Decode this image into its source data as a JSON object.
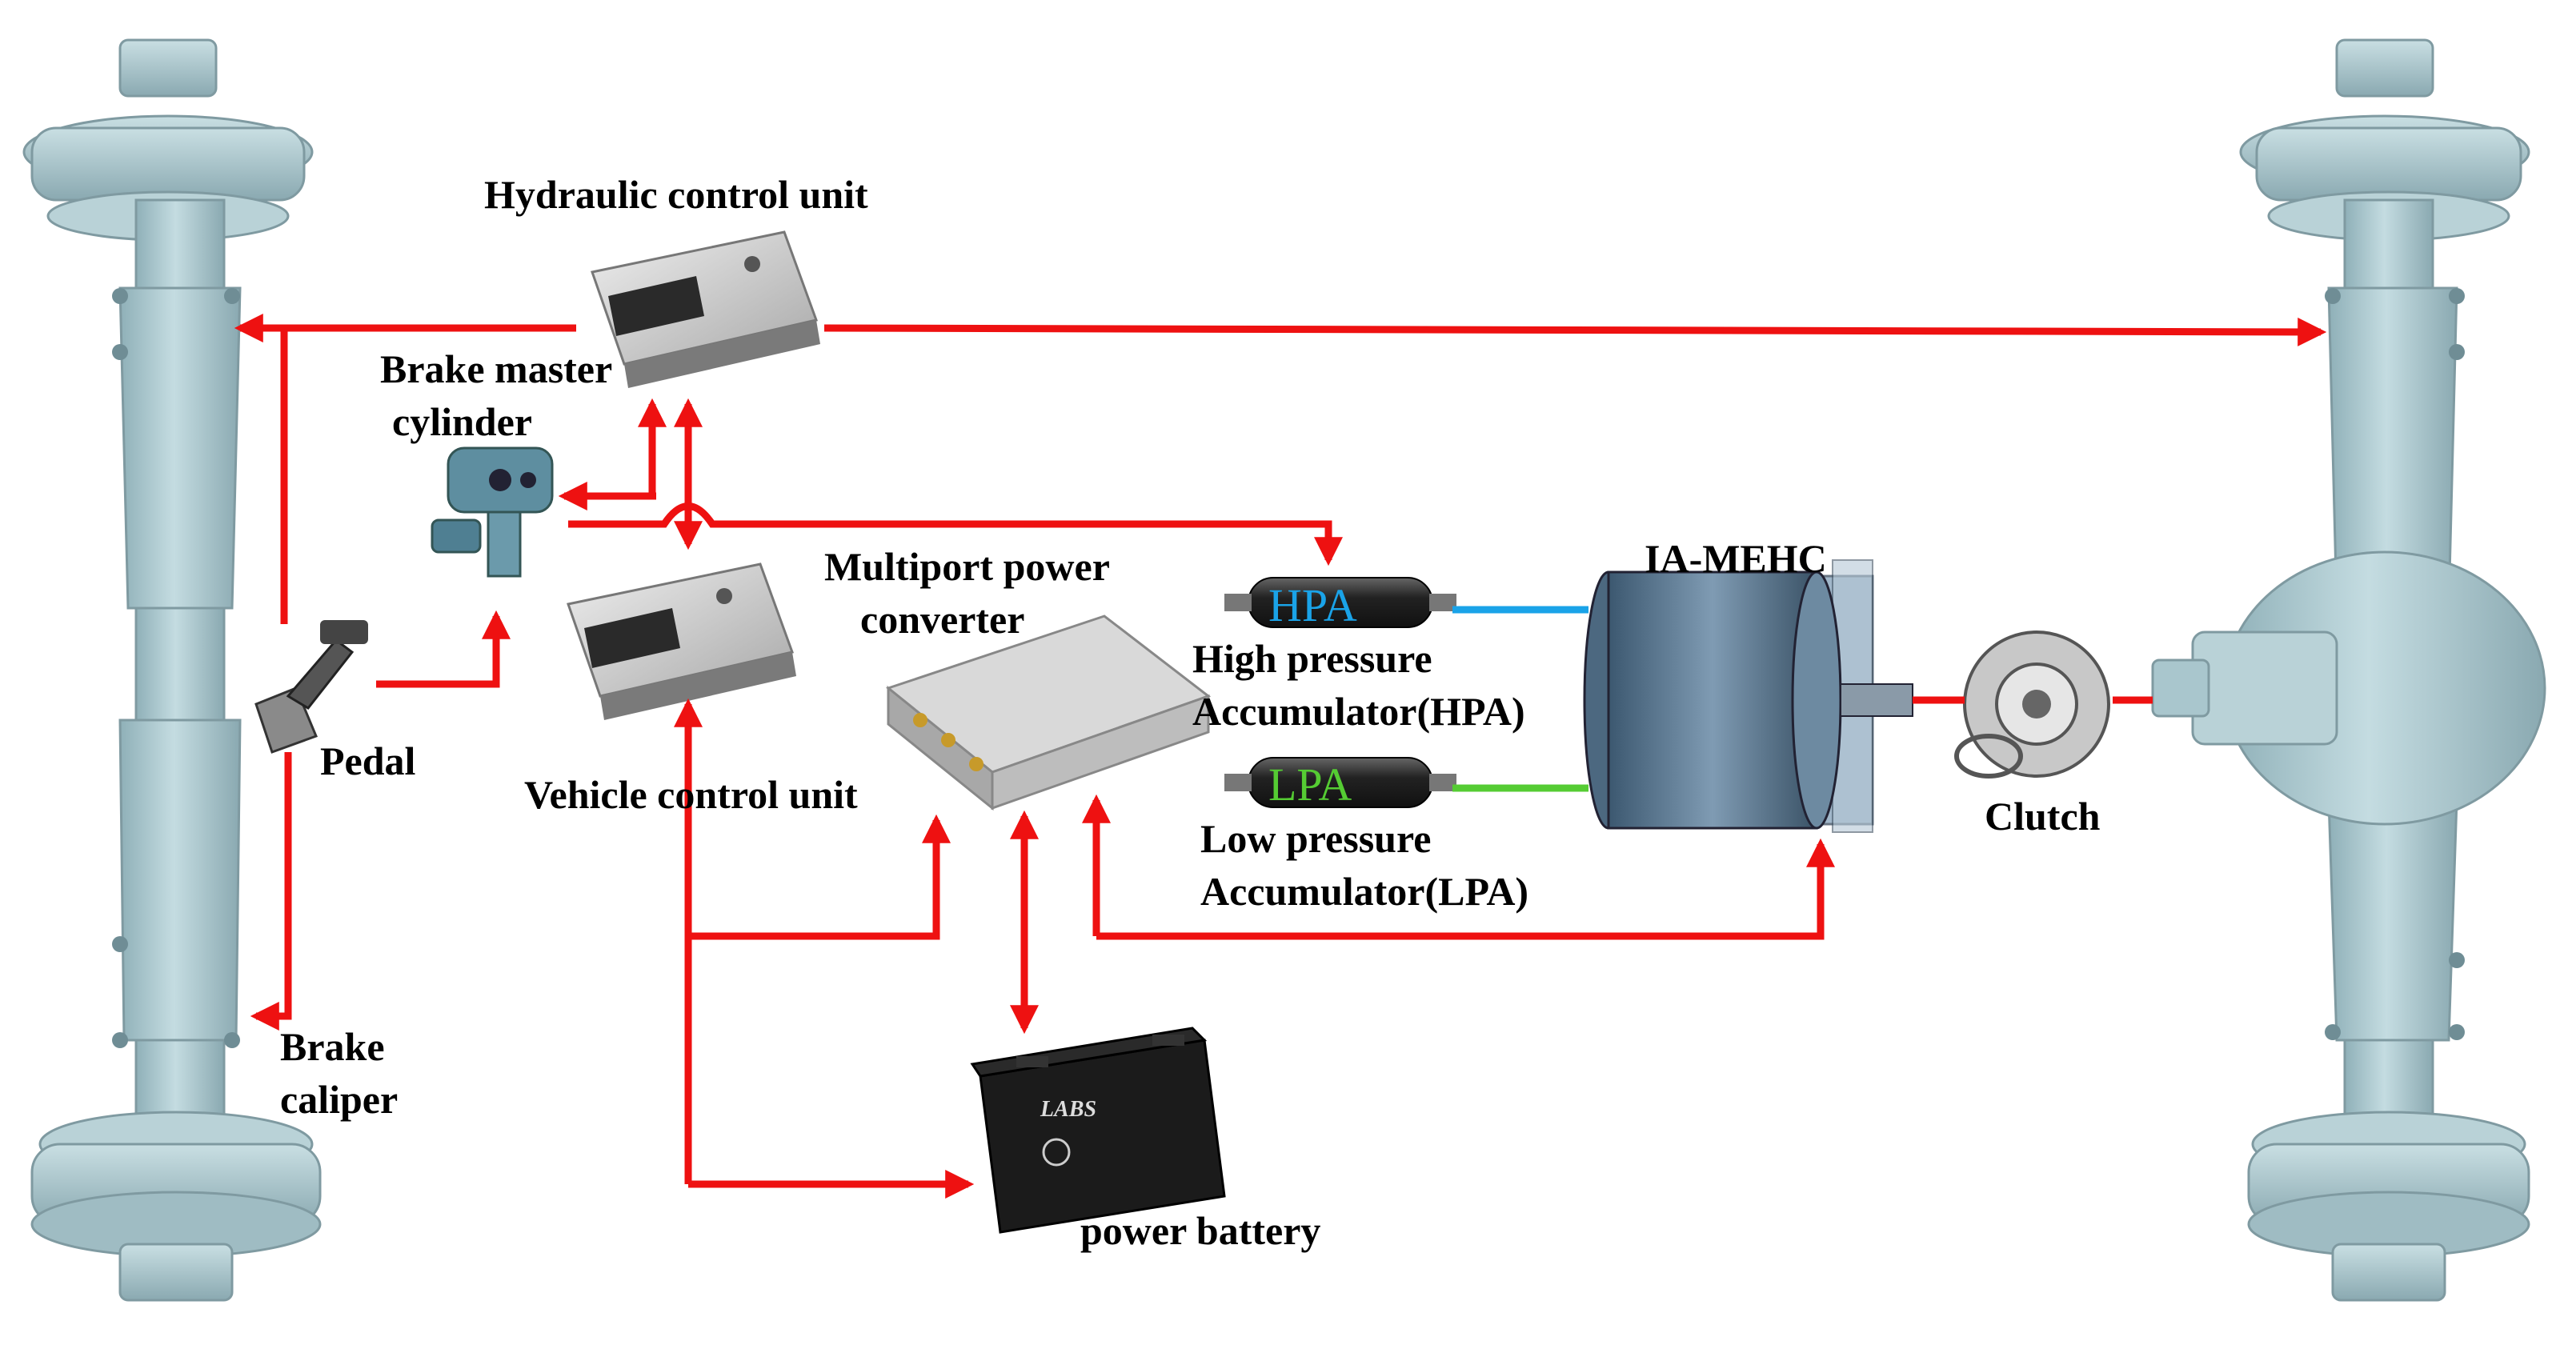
{
  "labels": {
    "hydraulic_control_unit": "Hydraulic control unit",
    "brake_master_line1": "Brake master",
    "brake_master_line2": "cylinder",
    "multiport_line1": "Multiport power",
    "multiport_line2": "converter",
    "vehicle_control_unit": "Vehicle control unit",
    "pedal": "Pedal",
    "brake_caliper_line1": "Brake",
    "brake_caliper_line2": "caliper",
    "power_battery": "power battery",
    "ia_mehc": "IA-MEHC",
    "hpa_line1": "High pressure",
    "hpa_line2": "Accumulator(HPA)",
    "lpa_line1": "Low pressure",
    "lpa_line2": "Accumulator(LPA)",
    "clutch": "Clutch",
    "hpa_tag": "HPA",
    "lpa_tag": "LPA",
    "battery_brand": "LABS"
  },
  "colors": {
    "arrow": "#ee1111",
    "hpa_line": "#1aa3e8",
    "lpa_line": "#55cc33",
    "axle": "#a9c6cd"
  }
}
